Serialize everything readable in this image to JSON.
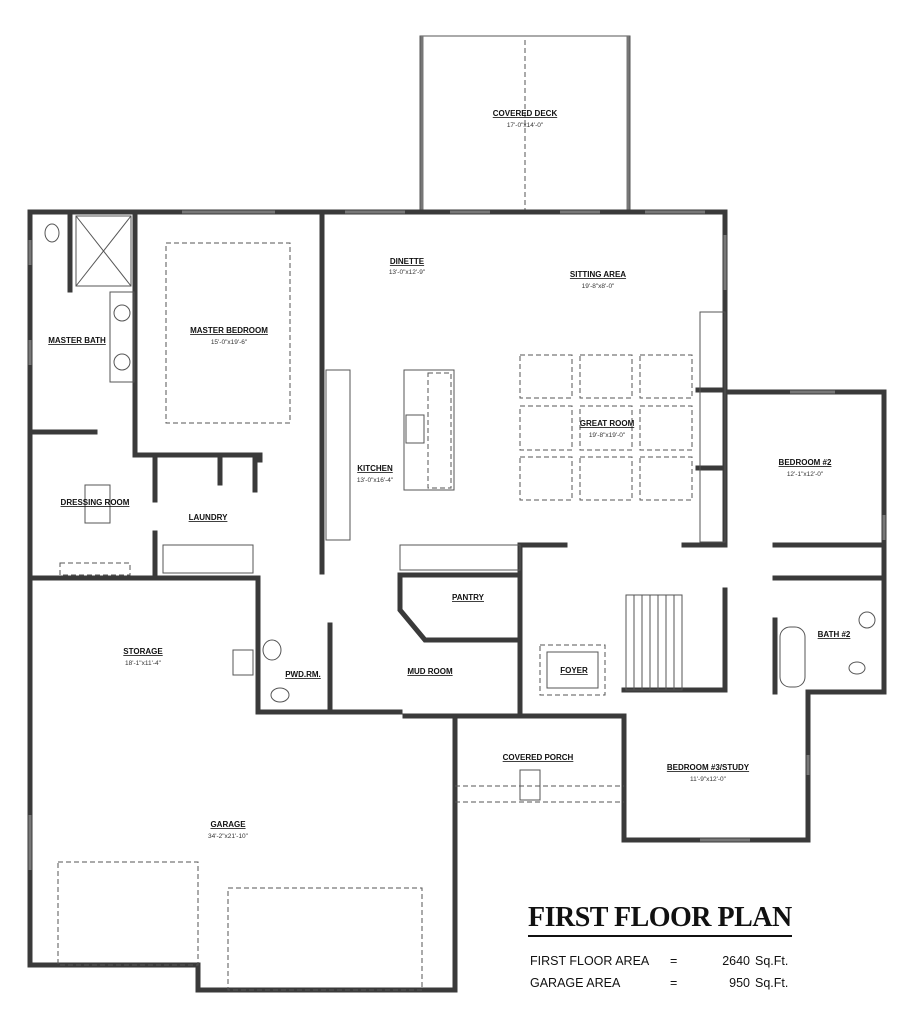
{
  "title": "FIRST FLOOR PLAN",
  "areas": [
    {
      "label": "FIRST FLOOR AREA",
      "equals": "=",
      "value": "2640",
      "unit": "Sq.Ft."
    },
    {
      "label": "GARAGE AREA",
      "equals": "=",
      "value": "950",
      "unit": "Sq.Ft."
    }
  ],
  "rooms": {
    "covered_deck": {
      "name": "COVERED DECK",
      "dim": "17'-0\"x14'-0\""
    },
    "dinette": {
      "name": "DINETTE",
      "dim": "13'-0\"x12'-9\""
    },
    "sitting_area": {
      "name": "SITTING AREA",
      "dim": "19'-8\"x8'-0\""
    },
    "master_bath": {
      "name": "MASTER BATH"
    },
    "master_bedroom": {
      "name": "MASTER BEDROOM",
      "dim": "15'-0\"x19'-6\""
    },
    "great_room": {
      "name": "GREAT ROOM",
      "dim": "19'-8\"x19'-0\""
    },
    "kitchen": {
      "name": "KITCHEN",
      "dim": "13'-0\"x16'-4\""
    },
    "bedroom2": {
      "name": "BEDROOM #2",
      "dim": "12'-1\"x12'-0\""
    },
    "dressing_room": {
      "name": "DRESSING ROOM"
    },
    "laundry": {
      "name": "LAUNDRY"
    },
    "pantry": {
      "name": "PANTRY"
    },
    "storage": {
      "name": "STORAGE",
      "dim": "18'-1\"x11'-4\""
    },
    "pwd_rm": {
      "name": "PWD.RM."
    },
    "mud_room": {
      "name": "MUD ROOM"
    },
    "foyer": {
      "name": "FOYER"
    },
    "bath2": {
      "name": "BATH #2"
    },
    "covered_porch": {
      "name": "COVERED PORCH"
    },
    "bedroom3": {
      "name": "BEDROOM #3/STUDY",
      "dim": "11'-9\"x12'-0\""
    },
    "garage": {
      "name": "GARAGE",
      "dim": "34'-2\"x21'-10\""
    }
  }
}
